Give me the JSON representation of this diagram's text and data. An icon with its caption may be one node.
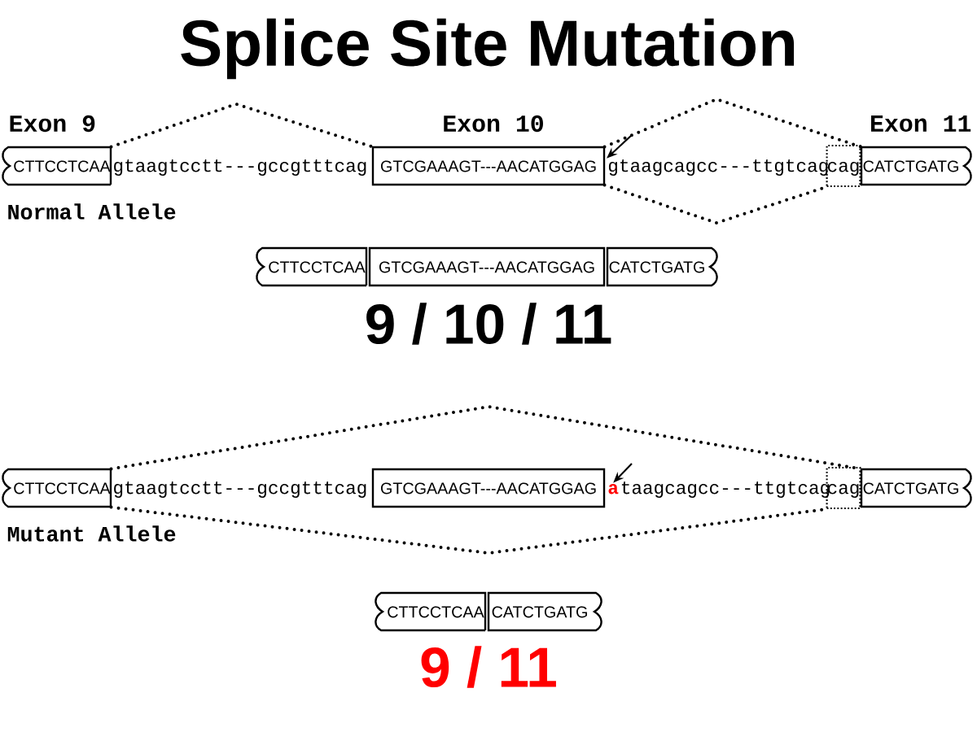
{
  "diagram": {
    "title": "Splice Site Mutation",
    "nodes": [
      {
        "text": [
          "Exon 9",
          "CTTCCTCAA"
        ]
      },
      {
        "text": [
          "Exon 10",
          "GTCGAAAGT---AACATGGAG"
        ]
      },
      {
        "text": [
          "gtaagcagcc---ttgtcag"
        ]
      },
      {
        "text": [
          "cag"
        ]
      },
      {
        "text": [
          "Exon 11",
          "CATCTGATG"
        ]
      },
      {
        "text": [
          "CTTCCTCAA"
        ]
      },
      {
        "text": [
          "GTCGAAAGT---AACATGGAG"
        ]
      },
      {
        "text": [
          "CATCTGATG"
        ]
      },
      {
        "text": [
          "CTTCCTCAA"
        ]
      },
      {
        "text": [
          "GTCGAAAGT---AACATGGAG"
        ]
      },
      {
        "text": [
          "a"
        ]
      },
      {
        "text": [
          "cag"
        ]
      },
      {
        "text": [
          "CATCTGATG"
        ]
      },
      {
        "text": [
          "CTTCCTCAA"
        ]
      },
      {
        "text": [
          "CATCTGATG"
        ]
      }
    ],
    "edges": [
      {
        "from": 0,
        "to": 1,
        "arrow": "none",
        "style": "dashed"
      },
      {
        "from": 1,
        "to": 4,
        "arrow": "none",
        "style": "dashed"
      },
      {
        "from": 1,
        "to": 3,
        "arrow": "none",
        "style": "dashed"
      },
      {
        "from": null,
        "to": 2,
        "arrow": "to"
      },
      {
        "from": 8,
        "to": 12,
        "arrow": "none",
        "style": "dashed"
      },
      {
        "from": 8,
        "to": 11,
        "arrow": "none",
        "style": "dashed"
      },
      {
        "from": null,
        "to": 10,
        "arrow": "to"
      }
    ],
    "labels": [
      "gtaagtcctt---gccgtttcag",
      "Normal Allele",
      "9 / 10 / 11",
      "gtaagtcctt---gccgtttcag",
      "taagcagcc---ttgtcag",
      "Mutant Allele",
      "9 / 11"
    ]
  }
}
